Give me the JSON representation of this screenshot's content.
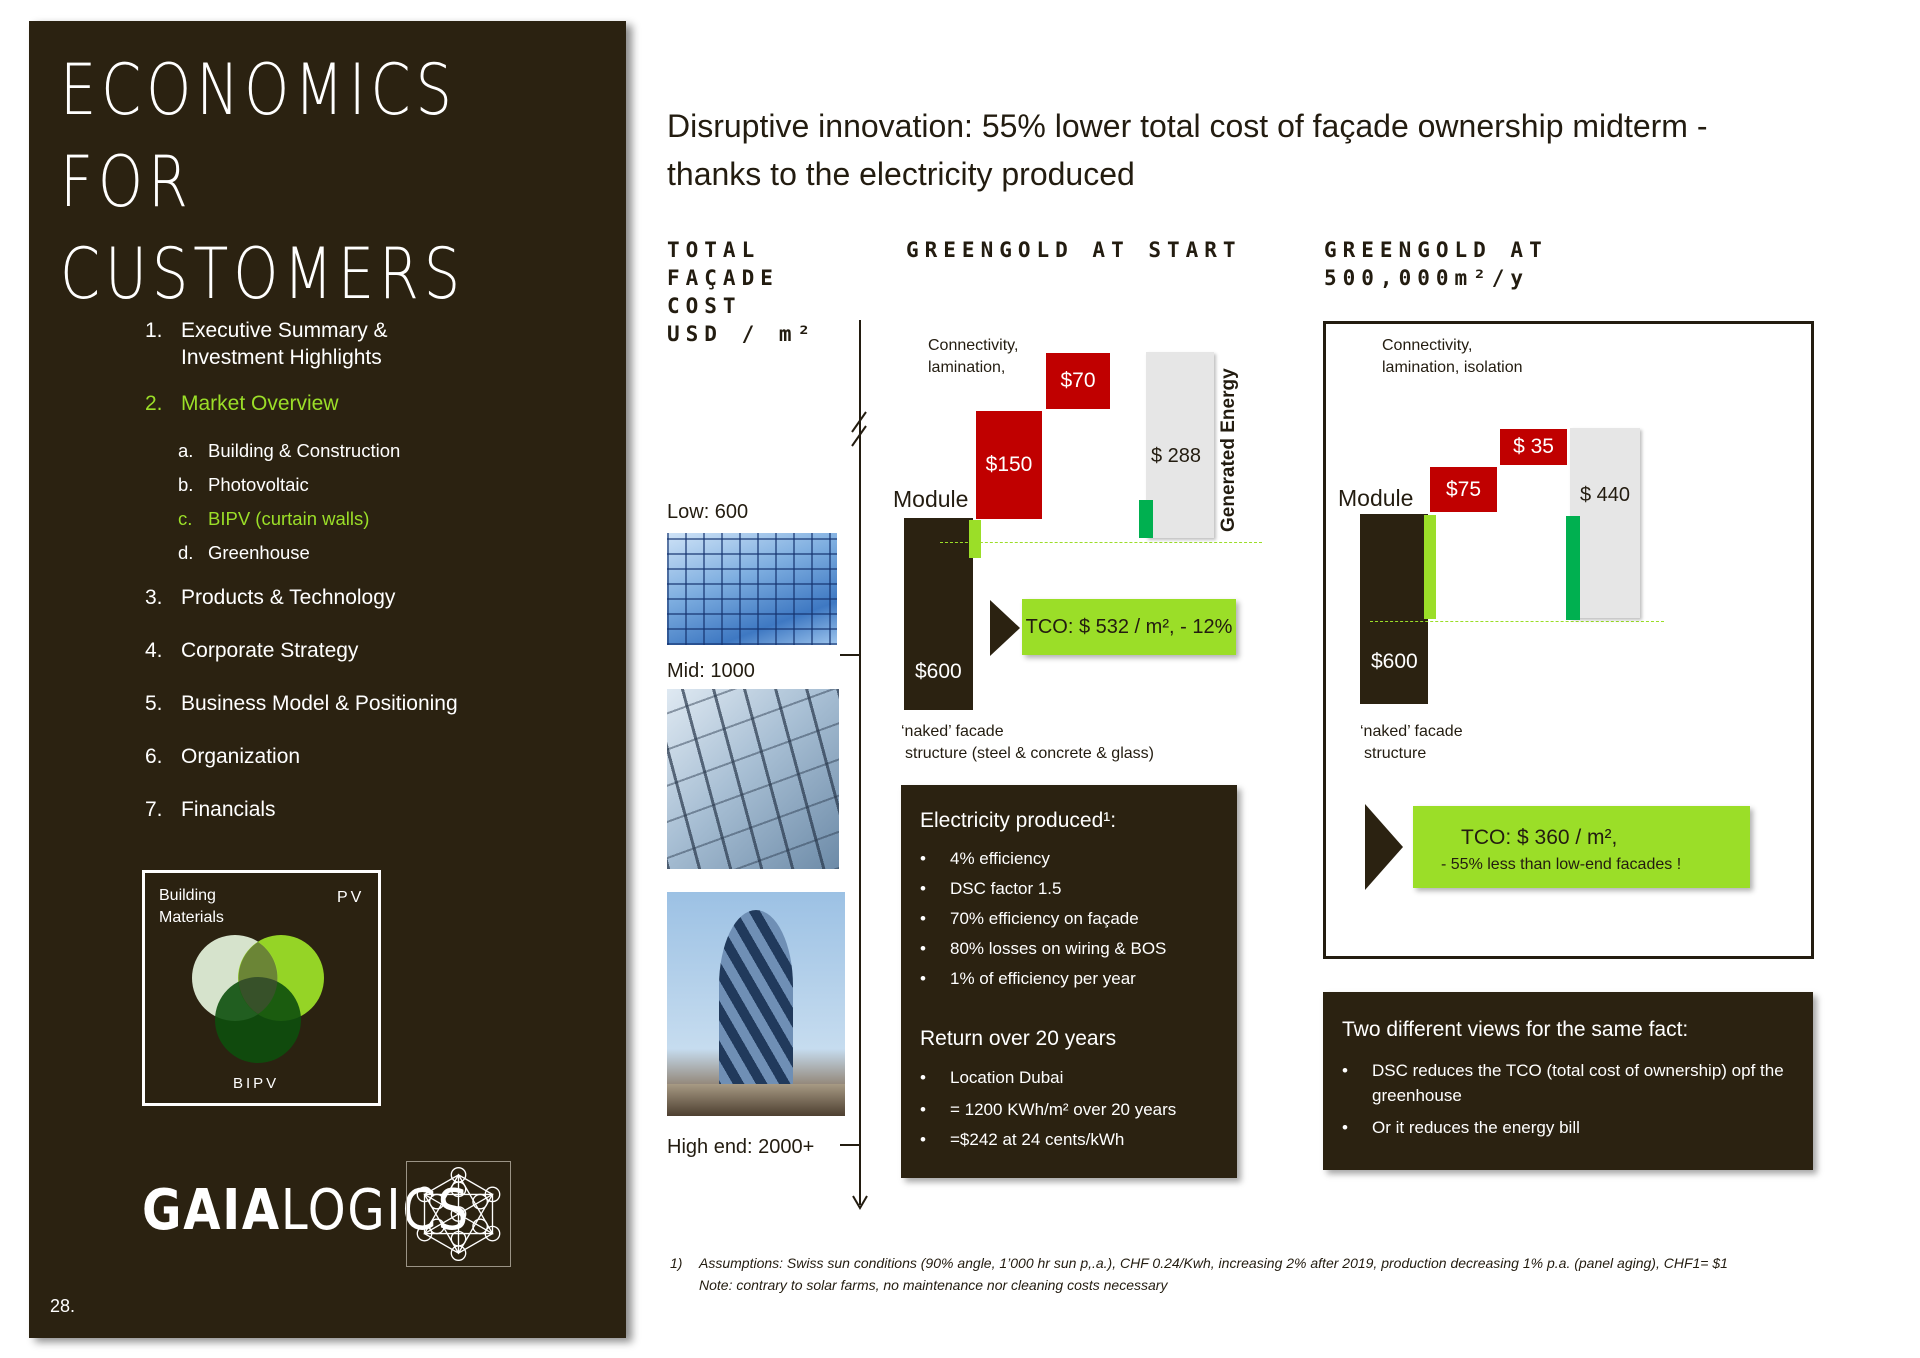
{
  "sidebar": {
    "title_line1": "ECONOMICS FOR",
    "title_line2": "CUSTOMERS",
    "toc": [
      {
        "num": "1.",
        "label_line1": "Executive Summary &",
        "label_line2": "Investment Highlights"
      },
      {
        "num": "2.",
        "label": "Market Overview"
      },
      {
        "num": "a.",
        "label": "Building & Construction"
      },
      {
        "num": "b.",
        "label": "Photovoltaic"
      },
      {
        "num": "c.",
        "label": "BIPV (curtain walls)"
      },
      {
        "num": "d.",
        "label": "Greenhouse"
      },
      {
        "num": "3.",
        "label": "Products & Technology"
      },
      {
        "num": "4.",
        "label": "Corporate Strategy"
      },
      {
        "num": "5.",
        "label": "Business Model & Positioning"
      },
      {
        "num": "6.",
        "label": "Organization"
      },
      {
        "num": "7.",
        "label": "Financials"
      }
    ],
    "venn": {
      "label_building": "Building",
      "label_materials": "Materials",
      "label_pv": "PV",
      "label_bipv": "BIPV"
    },
    "logo_bold": "GAIA",
    "logo_light": "LOGICS",
    "page_number": "28."
  },
  "headline": {
    "line1": "Disruptive innovation: 55% lower total cost of façade ownership midterm -",
    "line2": "thanks to the electricity produced"
  },
  "total_cost": {
    "heading_lines": [
      "TOTAL",
      "FAÇADE",
      "COST",
      "USD / m²"
    ],
    "low": "Low: 600",
    "mid": "Mid: 1000",
    "high": "High end: 2000+"
  },
  "start": {
    "heading": "GREENGOLD AT START",
    "connectivity_line1": "Connectivity,",
    "connectivity_line2": "lamination,",
    "module": "Module",
    "base": "$600",
    "module_add": "$150",
    "connect_add": "$70",
    "energy": "$ 288",
    "generated": "Generated Energy",
    "naked_line1": "‘naked’ facade",
    "naked_line2": "structure (steel & concrete & glass)",
    "tco": "TCO: $ 532 / m², - 12%",
    "electricity_title": "Electricity produced¹:",
    "electricity_items": [
      "4% efficiency",
      "DSC factor 1.5",
      "70% efficiency on façade",
      "80% losses on wiring & BOS",
      "1% of efficiency per year"
    ],
    "return_title": "Return over 20 years",
    "return_items": [
      "Location Dubai",
      "= 1200 KWh/m² over 20 years",
      "=$242 at 24 cents/kWh"
    ]
  },
  "scale": {
    "heading_line1": "GREENGOLD AT",
    "heading_line2": "500,000m²/y",
    "connectivity_line1": "Connectivity,",
    "connectivity_line2": "lamination, isolation",
    "module": "Module",
    "base": "$600",
    "module_add": "$75",
    "connect_add": "$ 35",
    "energy": "$ 440",
    "naked_line1": "‘naked’ facade",
    "naked_line2": "structure",
    "tco_line1": "TCO:   $ 360 / m²,",
    "tco_line2": "-    55% less than low-end facades !"
  },
  "views": {
    "title": "Two different views for the same fact:",
    "items": [
      "DSC reduces the TCO (total cost of ownership) opf the greenhouse",
      "Or it reduces the energy bill"
    ]
  },
  "footnote": {
    "num": "1)",
    "line1": "Assumptions: Swiss sun conditions (90% angle, 1’000 hr sun p,.a.), CHF 0.24/Kwh, increasing 2% after 2019, production decreasing 1% p.a. (panel aging), CHF1= $1",
    "line2": "Note: contrary to solar farms, no maintenance nor cleaning costs necessary"
  },
  "colors": {
    "dark_brown": "#2b2211",
    "lime": "#9bde28",
    "red": "#c00000",
    "green": "#00b050"
  }
}
